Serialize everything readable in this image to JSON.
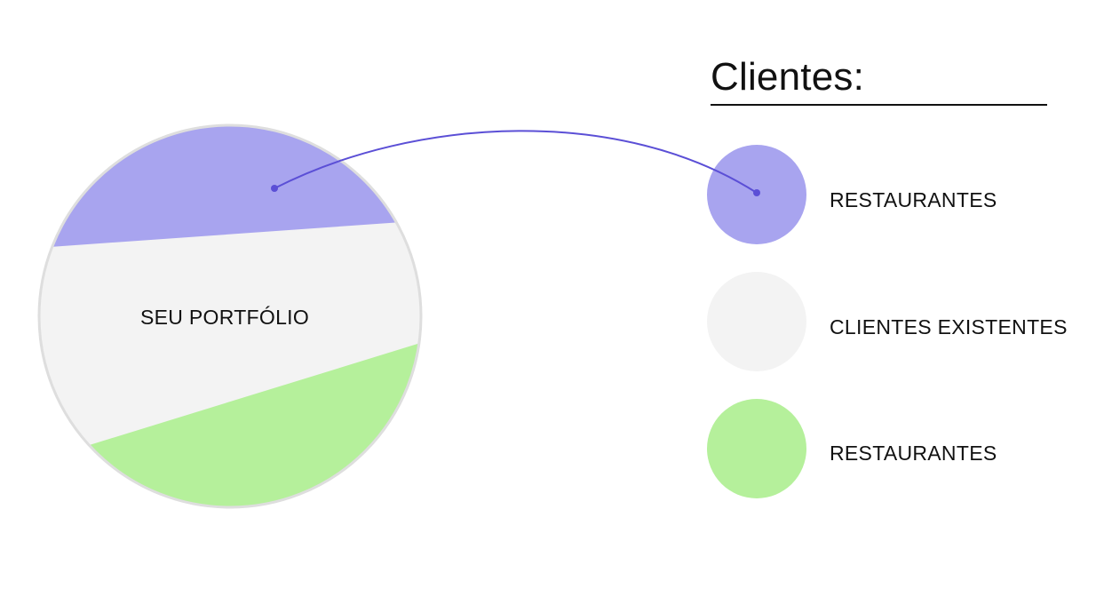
{
  "pie": {
    "center_label": "SEU PORTFÓLIO"
  },
  "legend": {
    "title": "Clientes:",
    "items": [
      {
        "label": "RESTAURANTES",
        "color": "#a8a4ef"
      },
      {
        "label": "CLIENTES EXISTENTES",
        "color": "#f3f3f3"
      },
      {
        "label": "RESTAURANTES",
        "color": "#b5f09b"
      }
    ]
  },
  "colors": {
    "purple": "#a8a4ef",
    "light_gray": "#f3f3f3",
    "green": "#b5f09b",
    "outline": "#dedede",
    "connector": "#5b4fd6",
    "text": "#111111"
  }
}
